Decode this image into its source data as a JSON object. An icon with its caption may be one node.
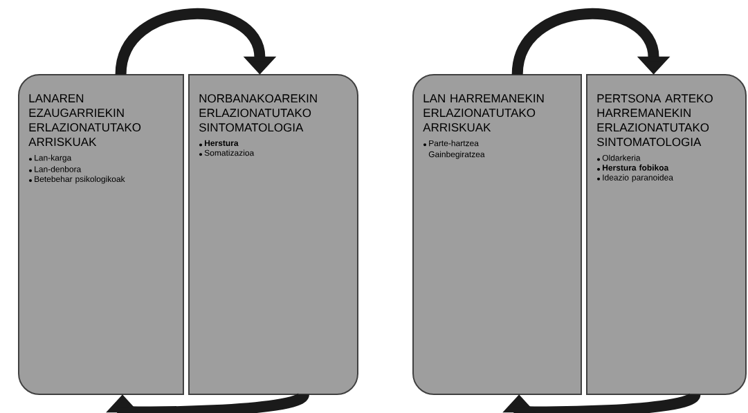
{
  "diagram": {
    "nodes": [
      {
        "text": [
          "LANAREN EZAUGARRIEKIN ERLAZIONATUTAKO ARRISKUAK",
          "Lan-karga",
          "Lan-denbora",
          "Betebehar psikologikoak"
        ]
      },
      {
        "text": [
          "NORBANAKOAREKIN ERLAZIONATUTAKO SINTOMATOLOGIA",
          "**Herstura**",
          "Somatizazioa"
        ]
      },
      {
        "text": [
          "LAN HARREMANEKIN ERLAZIONATUTAKO ARRISKUAK",
          "Parte-hartzea Gainbegiratzea"
        ]
      },
      {
        "text": [
          "PERTSONA ARTEKO HARREMANEKIN ERLAZIONATUTAKO SINTOMATOLOGIA",
          "Oldarkeria",
          "**Herstura fobikoa**",
          "Ideazio paranoidea"
        ]
      }
    ],
    "edges": [
      {
        "from": 0,
        "to": 1,
        "arrow": "to"
      },
      {
        "from": 1,
        "to": 0,
        "arrow": "to"
      },
      {
        "from": 2,
        "to": 3,
        "arrow": "to"
      },
      {
        "from": 3,
        "to": 2,
        "arrow": "to"
      }
    ]
  }
}
